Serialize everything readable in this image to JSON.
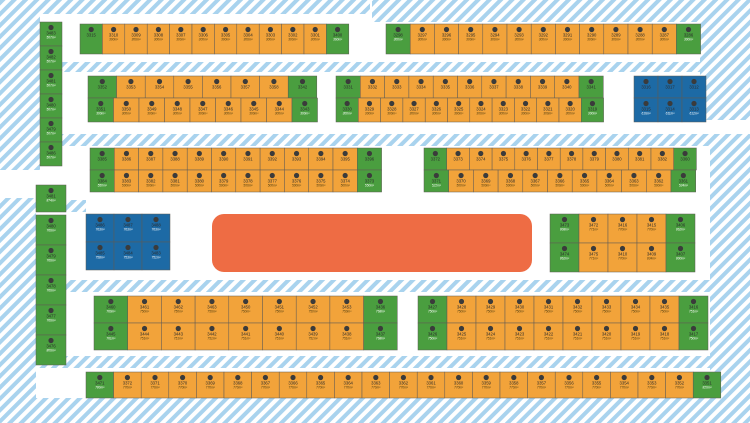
{
  "colors": {
    "standard": "#f2a33a",
    "corner": "#4a9e3f",
    "premium": "#1d6aa5",
    "reserve": "#ee6c44",
    "hatch": "#a9d3ee",
    "outline": "#5f5a55"
  },
  "left_column": [
    {
      "id": "3483",
      "area": "507m²"
    },
    {
      "id": "3482",
      "area": "507m²"
    },
    {
      "id": "3481",
      "area": "507m²"
    },
    {
      "id": "3480",
      "area": "507m²"
    },
    {
      "id": "3479",
      "area": "507m²"
    },
    {
      "id": "3486",
      "area": "507m²"
    }
  ],
  "left_column2": [
    {
      "id": "3481",
      "area": "874m²"
    },
    {
      "id": "3480",
      "area": "760m²"
    },
    {
      "id": "3479",
      "area": "760m²"
    },
    {
      "id": "3478",
      "area": "760m²"
    },
    {
      "id": "3477",
      "area": "760m²"
    },
    {
      "id": "3476",
      "area": "800m²"
    }
  ],
  "row1a": [
    {
      "id": "3315",
      "area": ""
    },
    {
      "id": "3310",
      "area": "300m²"
    },
    {
      "id": "3309",
      "area": "300m²"
    },
    {
      "id": "3308",
      "area": "300m²"
    },
    {
      "id": "3307",
      "area": "300m²"
    },
    {
      "id": "3306",
      "area": "300m²"
    },
    {
      "id": "3305",
      "area": "300m²"
    },
    {
      "id": "3304",
      "area": "300m²"
    },
    {
      "id": "3303",
      "area": "300m²"
    },
    {
      "id": "3302",
      "area": "300m²"
    },
    {
      "id": "3301",
      "area": "300m²"
    },
    {
      "id": "3400",
      "area": "360m²"
    }
  ],
  "row1b": [
    {
      "id": "3298",
      "area": "300m²"
    },
    {
      "id": "3297",
      "area": "300m²"
    },
    {
      "id": "3296",
      "area": "300m²"
    },
    {
      "id": "3295",
      "area": "300m²"
    },
    {
      "id": "3294",
      "area": "300m²"
    },
    {
      "id": "3293",
      "area": "300m²"
    },
    {
      "id": "3292",
      "area": "300m²"
    },
    {
      "id": "3291",
      "area": "300m²"
    },
    {
      "id": "3290",
      "area": "300m²"
    },
    {
      "id": "3289",
      "area": "300m²"
    },
    {
      "id": "3288",
      "area": "300m²"
    },
    {
      "id": "3287",
      "area": "300m²"
    },
    {
      "id": "3286",
      "area": "300m²"
    }
  ],
  "row2a_top": [
    "3352",
    "3353",
    "3354",
    "3355",
    "3356",
    "3357",
    "3358",
    "3342"
  ],
  "row2a_bot": [
    {
      "id": "3351",
      "area": "300m²"
    },
    {
      "id": "3350",
      "area": "300m²"
    },
    {
      "id": "3349",
      "area": "300m²"
    },
    {
      "id": "3348",
      "area": "300m²"
    },
    {
      "id": "3347",
      "area": "300m²"
    },
    {
      "id": "3346",
      "area": "300m²"
    },
    {
      "id": "3345",
      "area": "300m²"
    },
    {
      "id": "3344",
      "area": "300m²"
    },
    {
      "id": "3343",
      "area": "300m²"
    }
  ],
  "row2b_top": [
    "3331",
    "3332",
    "3333",
    "3334",
    "3335",
    "3336",
    "3337",
    "3338",
    "3339",
    "3340",
    "3341"
  ],
  "row2b_bot": [
    {
      "id": "3330",
      "area": "300m²"
    },
    {
      "id": "3329",
      "area": "300m²"
    },
    {
      "id": "3328",
      "area": "300m²"
    },
    {
      "id": "3327",
      "area": "300m²"
    },
    {
      "id": "3326",
      "area": "300m²"
    },
    {
      "id": "3325",
      "area": "300m²"
    },
    {
      "id": "3324",
      "area": "300m²"
    },
    {
      "id": "3323",
      "area": "300m²"
    },
    {
      "id": "3322",
      "area": "300m²"
    },
    {
      "id": "3321",
      "area": "300m²"
    },
    {
      "id": "3320",
      "area": "300m²"
    },
    {
      "id": "3319",
      "area": "300m²"
    }
  ],
  "row2c_top": [
    "3316",
    "3317",
    "3312"
  ],
  "row2c_bot": [
    {
      "id": "3315",
      "area": "616m²"
    },
    {
      "id": "3314",
      "area": "611m²"
    },
    {
      "id": "3313",
      "area": "612m²"
    }
  ],
  "row3a_top": [
    "3385",
    "3386",
    "3387",
    "3388",
    "3389",
    "3390",
    "3391",
    "3392",
    "3393",
    "3394",
    "3395",
    "3396"
  ],
  "row3a_bot": [
    {
      "id": "3384",
      "area": "550m²"
    },
    {
      "id": "3383",
      "area": "500m²"
    },
    {
      "id": "3382",
      "area": "500m²"
    },
    {
      "id": "3381",
      "area": "500m²"
    },
    {
      "id": "3380",
      "area": "500m²"
    },
    {
      "id": "3379",
      "area": "500m²"
    },
    {
      "id": "3378",
      "area": "500m²"
    },
    {
      "id": "3377",
      "area": "500m²"
    },
    {
      "id": "3376",
      "area": "500m²"
    },
    {
      "id": "3375",
      "area": "500m²"
    },
    {
      "id": "3374",
      "area": "500m²"
    },
    {
      "id": "3373",
      "area": "550m²"
    }
  ],
  "row3b_top": [
    "3372",
    "3373",
    "3374",
    "3375",
    "3376",
    "3377",
    "3378",
    "3379",
    "3380",
    "3381",
    "3382",
    "3360"
  ],
  "row3b_bot": [
    {
      "id": "3371",
      "area": "522m²"
    },
    {
      "id": "3370",
      "area": "500m²"
    },
    {
      "id": "3369",
      "area": "500m²"
    },
    {
      "id": "3368",
      "area": "500m²"
    },
    {
      "id": "3367",
      "area": "500m²"
    },
    {
      "id": "3366",
      "area": "500m²"
    },
    {
      "id": "3365",
      "area": "500m²"
    },
    {
      "id": "3364",
      "area": "500m²"
    },
    {
      "id": "3363",
      "area": "500m²"
    },
    {
      "id": "3362",
      "area": "500m²"
    },
    {
      "id": "3361",
      "area": "534m²"
    }
  ],
  "block_blue": [
    {
      "id": "3486",
      "area": "763m²"
    },
    {
      "id": "3487",
      "area": "763m²"
    },
    {
      "id": "3488",
      "area": "763m²"
    },
    {
      "id": "3485",
      "area": "758m²"
    },
    {
      "id": "3484",
      "area": "753m²"
    },
    {
      "id": "3483",
      "area": "751m²"
    }
  ],
  "block_right": [
    {
      "id": "3473",
      "area": "808m²"
    },
    {
      "id": "3472",
      "area": "771m²"
    },
    {
      "id": "3416",
      "area": "770m²"
    },
    {
      "id": "3415",
      "area": "770m²"
    },
    {
      "id": "3406",
      "area": "862m²"
    },
    {
      "id": "3474",
      "area": "862m²"
    },
    {
      "id": "3475",
      "area": "771m²"
    },
    {
      "id": "3410",
      "area": "770m²"
    },
    {
      "id": "3409",
      "area": "834m²"
    },
    {
      "id": "3407",
      "area": "800m²"
    }
  ],
  "row5a_top": [
    {
      "id": "3460",
      "area": "760m²"
    },
    {
      "id": "3461",
      "area": "750m²"
    },
    {
      "id": "3462",
      "area": "750m²"
    },
    {
      "id": "3463",
      "area": "750m²"
    },
    {
      "id": "3450",
      "area": "750m²"
    },
    {
      "id": "3451",
      "area": "750m²"
    },
    {
      "id": "3452",
      "area": "750m²"
    },
    {
      "id": "3453",
      "area": "750m²"
    },
    {
      "id": "3436",
      "area": "768m²"
    }
  ],
  "row5a_bot": [
    {
      "id": "3445",
      "area": "761m²"
    },
    {
      "id": "3444",
      "area": "751m²"
    },
    {
      "id": "3443",
      "area": "751m²"
    },
    {
      "id": "3442",
      "area": "751m²"
    },
    {
      "id": "3441",
      "area": "751m²"
    },
    {
      "id": "3440",
      "area": "751m²"
    },
    {
      "id": "3439",
      "area": "751m²"
    },
    {
      "id": "3438",
      "area": "751m²"
    },
    {
      "id": "3437",
      "area": "768m²"
    }
  ],
  "row5b_top": [
    {
      "id": "3427",
      "area": "750m²"
    },
    {
      "id": "3428",
      "area": "750m²"
    },
    {
      "id": "3429",
      "area": "750m²"
    },
    {
      "id": "3430",
      "area": "750m²"
    },
    {
      "id": "3431",
      "area": "750m²"
    },
    {
      "id": "3432",
      "area": "750m²"
    },
    {
      "id": "3433",
      "area": "750m²"
    },
    {
      "id": "3434",
      "area": "750m²"
    },
    {
      "id": "3435",
      "area": "750m²"
    },
    {
      "id": "3416",
      "area": "751m²"
    }
  ],
  "row5b_bot": [
    {
      "id": "3426",
      "area": "750m²"
    },
    {
      "id": "3425",
      "area": "751m²"
    },
    {
      "id": "3424",
      "area": "751m²"
    },
    {
      "id": "3423",
      "area": "751m²"
    },
    {
      "id": "3422",
      "area": "751m²"
    },
    {
      "id": "3421",
      "area": "751m²"
    },
    {
      "id": "3420",
      "area": "751m²"
    },
    {
      "id": "3419",
      "area": "751m²"
    },
    {
      "id": "3418",
      "area": "751m²"
    },
    {
      "id": "3417",
      "area": "750m²"
    }
  ],
  "row6": [
    {
      "id": "3471",
      "area": "780m²"
    },
    {
      "id": "3372",
      "area": "770m²"
    },
    {
      "id": "3371",
      "area": "770m²"
    },
    {
      "id": "3370",
      "area": "770m²"
    },
    {
      "id": "3369",
      "area": "770m²"
    },
    {
      "id": "3368",
      "area": "770m²"
    },
    {
      "id": "3367",
      "area": "770m²"
    },
    {
      "id": "3366",
      "area": "770m²"
    },
    {
      "id": "3365",
      "area": "770m²"
    },
    {
      "id": "3364",
      "area": "770m²"
    },
    {
      "id": "3363",
      "area": "770m²"
    },
    {
      "id": "3362",
      "area": "770m²"
    },
    {
      "id": "3361",
      "area": "770m²"
    },
    {
      "id": "3360",
      "area": "770m²"
    },
    {
      "id": "3359",
      "area": "770m²"
    },
    {
      "id": "3358",
      "area": "770m²"
    },
    {
      "id": "3357",
      "area": "770m²"
    },
    {
      "id": "3356",
      "area": "770m²"
    },
    {
      "id": "3355",
      "area": "770m²"
    },
    {
      "id": "3354",
      "area": "770m²"
    },
    {
      "id": "3353",
      "area": "770m²"
    },
    {
      "id": "3352",
      "area": "770m²"
    },
    {
      "id": "3351",
      "area": "820m²"
    }
  ]
}
